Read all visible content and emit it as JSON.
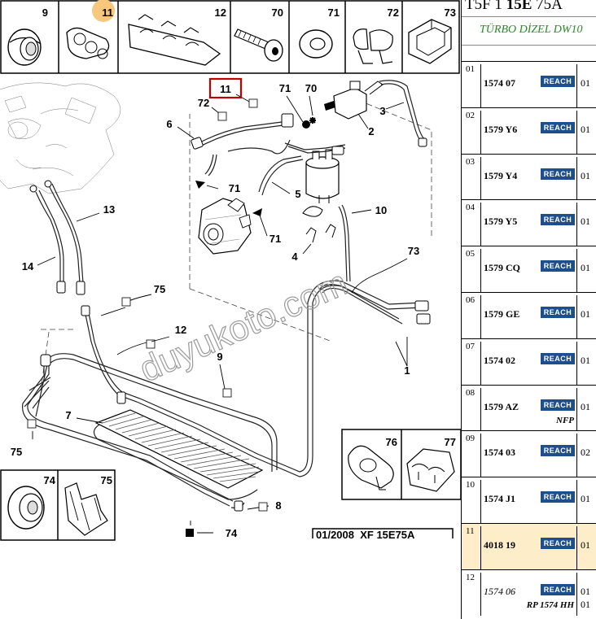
{
  "panel": {
    "title_prefix": "T5F 1 ",
    "title_bold": "15E",
    "title_suffix": " 75A",
    "subtitle": "TÜRBO DİZEL DW10",
    "badge_label": "REACH",
    "rows": [
      {
        "num": "01",
        "ref": "1574 07",
        "qty": "01",
        "note": "",
        "italic": false
      },
      {
        "num": "02",
        "ref": "1579 Y6",
        "qty": "01",
        "note": "",
        "italic": false
      },
      {
        "num": "03",
        "ref": "1579 Y4",
        "qty": "01",
        "note": "",
        "italic": false
      },
      {
        "num": "04",
        "ref": "1579 Y5",
        "qty": "01",
        "note": "",
        "italic": false
      },
      {
        "num": "05",
        "ref": "1579 CQ",
        "qty": "01",
        "note": "",
        "italic": false
      },
      {
        "num": "06",
        "ref": "1579 GE",
        "qty": "01",
        "note": "",
        "italic": false
      },
      {
        "num": "07",
        "ref": "1574 02",
        "qty": "01",
        "note": "",
        "italic": false
      },
      {
        "num": "08",
        "ref": "1579 AZ",
        "qty": "01",
        "note": "NFP",
        "italic": false
      },
      {
        "num": "09",
        "ref": "1574 03",
        "qty": "02",
        "note": "",
        "italic": false
      },
      {
        "num": "10",
        "ref": "1574 J1",
        "qty": "01",
        "note": "",
        "italic": false
      },
      {
        "num": "11",
        "ref": "4018 19",
        "qty": "01",
        "note": "",
        "italic": false,
        "highlight": true
      },
      {
        "num": "12",
        "ref": "1574 06",
        "qty": "01",
        "qty2": "01",
        "note": "RP 1574 HH",
        "italic": true
      }
    ]
  },
  "diagram": {
    "strip_labels": [
      "9",
      "11",
      "12",
      "70",
      "71",
      "72",
      "73"
    ],
    "box_labels_bottom": [
      "74",
      "75"
    ],
    "box_labels_right": [
      "76",
      "77"
    ],
    "callouts": {
      "c11": "11",
      "c72": "72",
      "c71a": "71",
      "c70": "70",
      "c6": "6",
      "c3": "3",
      "c2": "2",
      "c71b": "71",
      "c71c": "71",
      "c5": "5",
      "c10": "10",
      "c4": "4",
      "c13": "13",
      "c14": "14",
      "c73": "73",
      "c75a": "75",
      "c12": "12",
      "c9": "9",
      "c1": "1",
      "c7": "7",
      "c75b": "75",
      "c8": "8",
      "c74": "74"
    },
    "stamp": "01/2008  XF 15E75A",
    "watermark": "duyukoto.com",
    "highlight_color": "#f7c77e",
    "callout_box_color": "#c00000"
  }
}
